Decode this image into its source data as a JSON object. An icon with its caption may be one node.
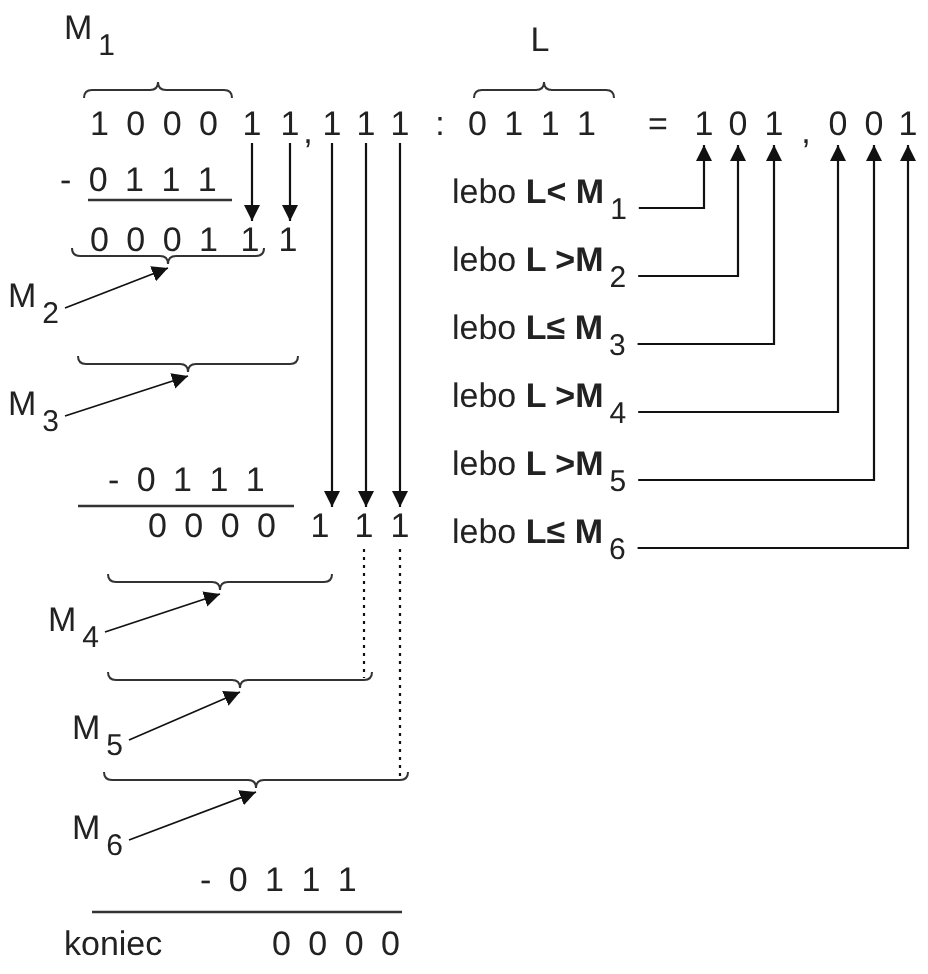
{
  "diagram": {
    "nodes": [
      {
        "text": [
          "1"
        ]
      },
      {
        "text": [
          "1"
        ]
      },
      {
        "text": [
          "1"
        ]
      },
      {
        "text": [
          "1"
        ]
      },
      {
        "text": [
          "1"
        ]
      },
      {
        "text": [
          "1"
        ]
      },
      {
        "text": [
          "0"
        ]
      },
      {
        "text": [
          "1"
        ]
      },
      {
        "text": [
          "0"
        ]
      },
      {
        "text": [
          "0"
        ]
      },
      {
        "text": [
          "1"
        ]
      },
      {
        "text": [
          "1"
        ]
      },
      {
        "text": [
          "1"
        ]
      },
      {
        "text": [
          "lebo **L< M**$_{1}$"
        ]
      },
      {
        "text": [
          "M$_{2}$"
        ]
      },
      {
        "text": [],
        "shape": "brace"
      },
      {
        "text": [
          "lebo **L >M**$_{2}$"
        ]
      },
      {
        "text": [
          "M$_{3}$"
        ]
      },
      {
        "text": [],
        "shape": "brace"
      },
      {
        "text": [
          "lebo **L≤ M**$_{3}$"
        ]
      },
      {
        "text": [
          "lebo **L >M**$_{4}$"
        ]
      },
      {
        "text": [
          "1"
        ]
      },
      {
        "text": [
          "1"
        ]
      },
      {
        "text": [
          "1"
        ]
      },
      {
        "text": [
          "lebo **L >M**$_{5}$"
        ]
      },
      {
        "text": [],
        "shape": "brace"
      },
      {
        "text": [
          "M$_{4}$"
        ]
      },
      {
        "text": [
          "lebo **L≤ M**$_{6}$"
        ]
      },
      {
        "text": [],
        "shape": "brace"
      },
      {
        "text": [
          "M$_{5}$"
        ]
      },
      {
        "text": [],
        "shape": "brace"
      },
      {
        "text": [
          "M$_{6}$"
        ]
      }
    ],
    "edges": [
      {
        "from": 0,
        "to": 11,
        "arrow": "to"
      },
      {
        "from": 1,
        "to": 12,
        "arrow": "to"
      },
      {
        "from": 2,
        "to": 21,
        "arrow": "to"
      },
      {
        "from": 3,
        "to": 22,
        "arrow": "to"
      },
      {
        "from": 4,
        "to": 23,
        "arrow": "to"
      },
      {
        "from": 13,
        "to": 5,
        "arrow": "to"
      },
      {
        "from": 16,
        "to": 6,
        "arrow": "to"
      },
      {
        "from": 19,
        "to": 7,
        "arrow": "to"
      },
      {
        "from": 20,
        "to": 8,
        "arrow": "to"
      },
      {
        "from": 24,
        "to": 9,
        "arrow": "to"
      },
      {
        "from": 27,
        "to": 10,
        "arrow": "to"
      },
      {
        "from": 14,
        "to": 15,
        "arrow": "to"
      },
      {
        "from": 17,
        "to": 18,
        "arrow": "to"
      },
      {
        "from": 26,
        "to": 25,
        "arrow": "to"
      },
      {
        "from": 29,
        "to": 28,
        "arrow": "to"
      },
      {
        "from": 31,
        "to": 30,
        "arrow": "to"
      },
      {
        "from": 22,
        "to": 28,
        "arrow": "none",
        "style": "dashed"
      },
      {
        "from": 23,
        "to": 30,
        "arrow": "none",
        "style": "dashed"
      }
    ],
    "labels": [
      "M$_{1}$",
      "L",
      "1 0 0 0",
      ",",
      ":",
      "0 1 1 1",
      "=",
      ",",
      "- 0 1 1 1",
      "0 0 0 1",
      "- 0 1 1 1",
      "0 0 0 0",
      "- 0 1 1 1",
      "koniec",
      "0 0 0 0"
    ]
  }
}
